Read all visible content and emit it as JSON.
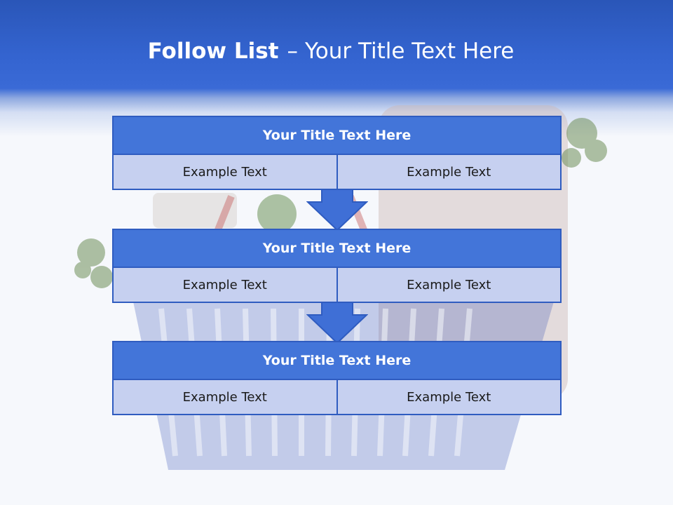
{
  "slide": {
    "title_bold": "Follow List",
    "title_dash": "–",
    "title_rest": "Your Title Text Here"
  },
  "blocks": [
    {
      "title": "Your Title Text Here",
      "left": "Example Text",
      "right": "Example Text"
    },
    {
      "title": "Your Title Text Here",
      "left": "Example Text",
      "right": "Example Text"
    },
    {
      "title": "Your Title Text Here",
      "left": "Example Text",
      "right": "Example Text"
    }
  ],
  "colors": {
    "header_blue": "#3464d0",
    "block_title_blue": "#4375d9",
    "block_row_fill": "#c6d0f0",
    "border_blue": "#2f5cc0"
  }
}
